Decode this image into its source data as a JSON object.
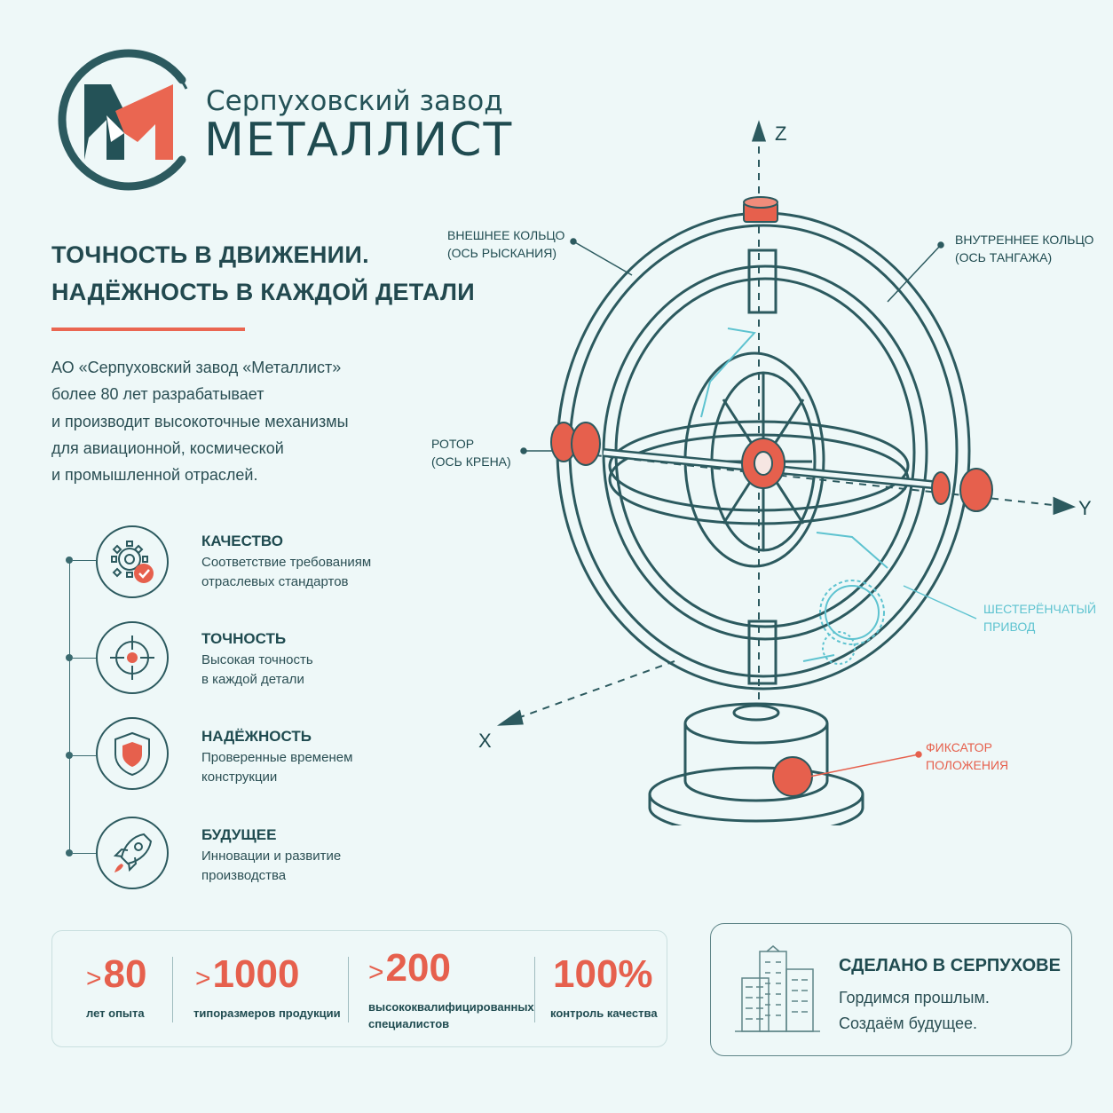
{
  "brand": {
    "line1": "Серпуховский завод",
    "line2": "МЕТАЛЛИСТ"
  },
  "headline": {
    "line1": "ТОЧНОСТЬ В ДВИЖЕНИИ.",
    "line2": "НАДЁЖНОСТЬ В КАЖДОЙ ДЕТАЛИ"
  },
  "intro": {
    "lines": [
      "АО «Серпуховский завод «Металлист»",
      "более 80 лет разрабатывает",
      "и производит высокоточные механизмы",
      "для авиационной, космической",
      "и промышленной отраслей."
    ]
  },
  "features": [
    {
      "icon": "gear-check-icon",
      "title": "КАЧЕСТВО",
      "desc1": "Соответствие требованиям",
      "desc2": "отраслевых стандартов"
    },
    {
      "icon": "crosshair-icon",
      "title": "ТОЧНОСТЬ",
      "desc1": "Высокая точность",
      "desc2": "в каждой детали"
    },
    {
      "icon": "shield-icon",
      "title": "НАДЁЖНОСТЬ",
      "desc1": "Проверенные временем",
      "desc2": "конструкции"
    },
    {
      "icon": "rocket-icon",
      "title": "БУДУЩЕЕ",
      "desc1": "Инновации и развитие",
      "desc2": "производства"
    }
  ],
  "diagram": {
    "outer_ring": {
      "line1": "ВНЕШНЕЕ КОЛЬЦО",
      "line2": "(ОСЬ РЫСКАНИЯ)"
    },
    "inner_ring": {
      "line1": "ВНУТРЕННЕЕ КОЛЬЦО",
      "line2": "(ОСЬ ТАНГАЖА)"
    },
    "rotor": {
      "line1": "РОТОР",
      "line2": "(ОСЬ КРЕНА)"
    },
    "gear_drive": {
      "line1": "ШЕСТЕРЁНЧАТЫЙ",
      "line2": "ПРИВОД"
    },
    "lock": {
      "line1": "ФИКСАТОР",
      "line2": "ПОЛОЖЕНИЯ"
    },
    "axis_z": "Z",
    "axis_y": "Y",
    "axis_x": "X"
  },
  "stats": [
    {
      "prefix": ">",
      "value": "80",
      "label1": "лет опыта",
      "label2": ""
    },
    {
      "prefix": ">",
      "value": "1000",
      "label1": "типоразмеров продукции",
      "label2": ""
    },
    {
      "prefix": ">",
      "value": "200",
      "label1": "высококвалифицированных",
      "label2": "специалистов"
    },
    {
      "prefix": "",
      "value": "100%",
      "label1": "контроль качества",
      "label2": ""
    }
  ],
  "made_in": {
    "title": "СДЕЛАНО В СЕРПУХОВЕ",
    "line1": "Гордимся прошлым.",
    "line2": "Создаём будущее."
  },
  "colors": {
    "accent": "#e6604d",
    "primary": "#1f4b50",
    "background": "#eef8f8",
    "secondary": "#5ec3d0"
  }
}
